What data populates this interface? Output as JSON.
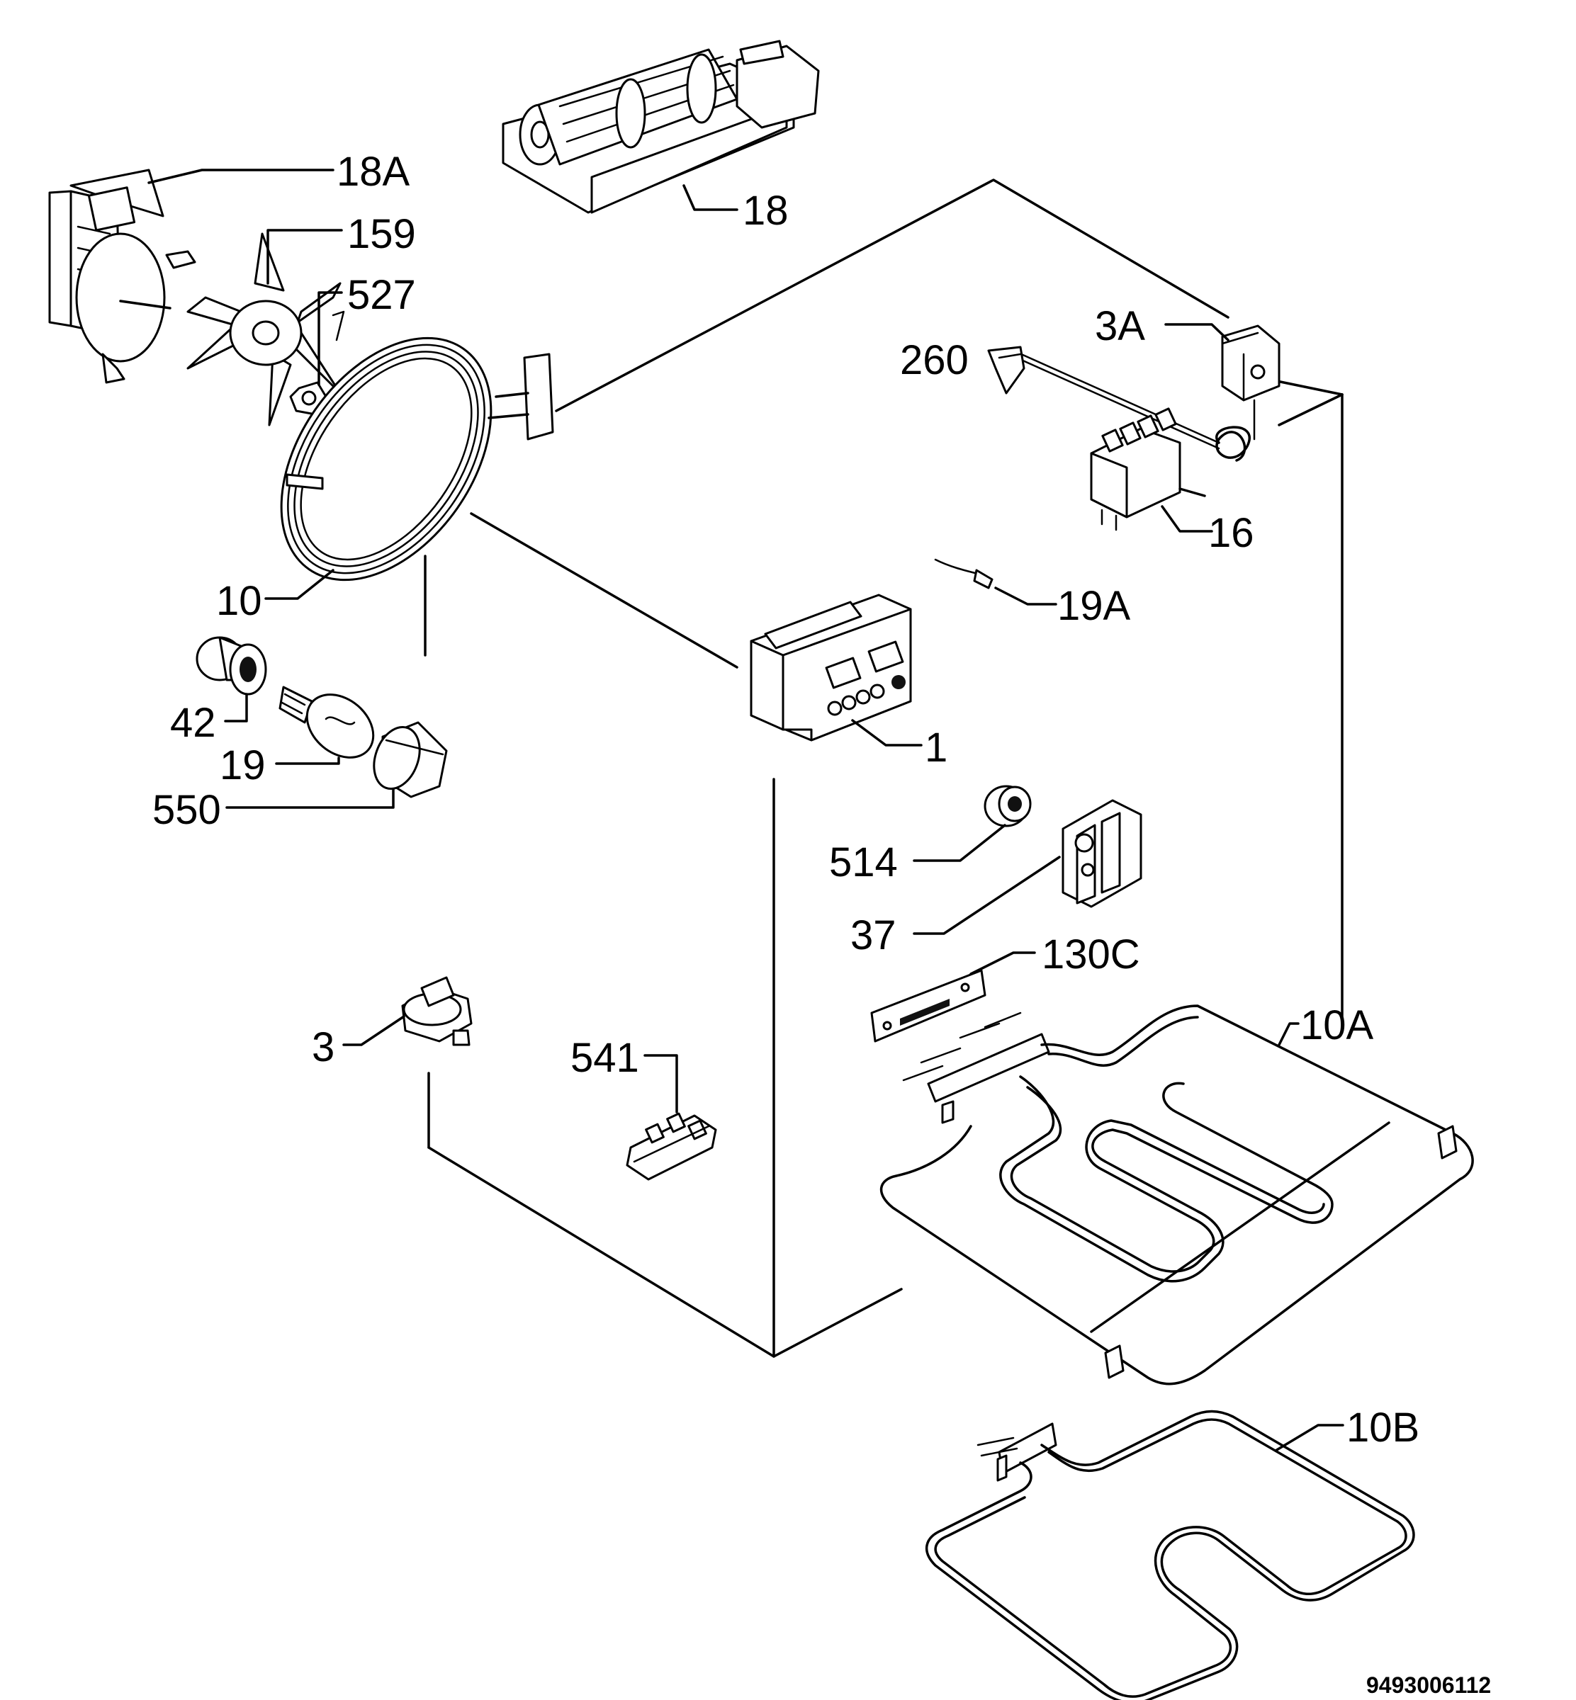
{
  "labels": {
    "p18a": "18A",
    "p159": "159",
    "p527": "527",
    "p18": "18",
    "p3a": "3A",
    "p260": "260",
    "p16": "16",
    "p10": "10",
    "p19a": "19A",
    "p42": "42",
    "p19": "19",
    "p550": "550",
    "p1": "1",
    "p514": "514",
    "p37": "37",
    "p130c": "130C",
    "p10a": "10A",
    "p3": "3",
    "p541": "541",
    "p10b": "10B"
  },
  "reference_number": "9493006112"
}
